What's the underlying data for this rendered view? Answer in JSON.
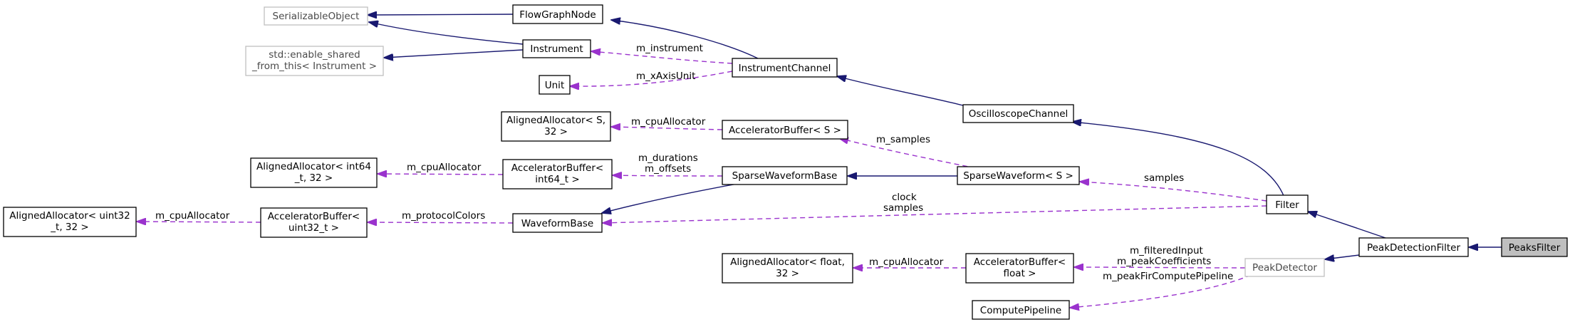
{
  "diagram": {
    "nodes": {
      "serializable_object": "SerializableObject",
      "flow_graph_node": "FlowGraphNode",
      "instrument": "Instrument",
      "enable_shared_line1": "std::enable_shared",
      "enable_shared_line2": "_from_this< Instrument >",
      "unit": "Unit",
      "instrument_channel": "InstrumentChannel",
      "oscilloscope_channel": "OscilloscopeChannel",
      "aligned_s_line1": "AlignedAllocator< S,",
      "aligned_s_line2": "32 >",
      "accel_s": "AcceleratorBuffer< S >",
      "aligned_int64_line1": "AlignedAllocator< int64",
      "aligned_int64_line2": "_t, 32 >",
      "accel_int64_line1": "AcceleratorBuffer<",
      "accel_int64_line2": "int64_t >",
      "sparse_waveform_base": "SparseWaveformBase",
      "sparse_waveform_s": "SparseWaveform< S >",
      "aligned_uint32_line1": "AlignedAllocator< uint32",
      "aligned_uint32_line2": "_t, 32 >",
      "accel_uint32_line1": "AcceleratorBuffer<",
      "accel_uint32_line2": "uint32_t >",
      "waveform_base": "WaveformBase",
      "filter": "Filter",
      "peak_detection_filter": "PeakDetectionFilter",
      "peaks_filter": "PeaksFilter",
      "aligned_float_line1": "AlignedAllocator< float,",
      "aligned_float_line2": "32 >",
      "accel_float_line1": "AcceleratorBuffer<",
      "accel_float_line2": "float >",
      "peak_detector": "PeakDetector",
      "compute_pipeline": "ComputePipeline"
    },
    "edge_labels": {
      "m_instrument": "m_instrument",
      "m_xaxisunit": "m_xAxisUnit",
      "m_cpuallocator_s": "m_cpuAllocator",
      "m_samples": "m_samples",
      "m_cpuallocator_int64": "m_cpuAllocator",
      "m_durations": "m_durations",
      "m_offsets": "m_offsets",
      "samples": "samples",
      "clock": "clock",
      "samples2": "samples",
      "m_cpuallocator_uint32": "m_cpuAllocator",
      "m_protocolcolors": "m_protocolColors",
      "m_filteredinput": "m_filteredInput",
      "m_peakcoefficients": "m_peakCoefficients",
      "m_cpuallocator_float": "m_cpuAllocator",
      "m_peakfircomputepipeline": "m_peakFirComputePipeline"
    },
    "colors": {
      "inheritance_edge": "#191970",
      "usage_edge": "#9a32cd",
      "focus_fill": "#bfbfbf",
      "external_border": "#bfbfbf"
    }
  }
}
